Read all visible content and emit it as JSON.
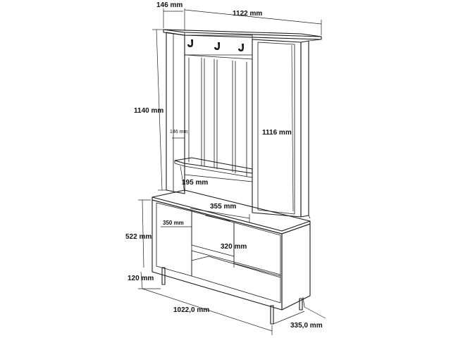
{
  "dimensions": {
    "top_depth": "146 mm",
    "top_width": "1122 mm",
    "upper_height": "1140 mm",
    "panel_depth": "146 mm",
    "door_height": "1116 mm",
    "shelf_depth": "195 mm",
    "shelf_width": "355 mm",
    "drawer_width": "350 mm",
    "cabinet_height": "522 mm",
    "compartment_height": "320 mm",
    "leg_height": "120 mm",
    "base_width": "1022,0 mm",
    "base_depth": "335,0 mm"
  },
  "colors": {
    "line": "#1a1a1a",
    "background": "#ffffff"
  },
  "icons": [
    "coat-hook-icon",
    "coat-hook-icon",
    "coat-hook-icon"
  ]
}
